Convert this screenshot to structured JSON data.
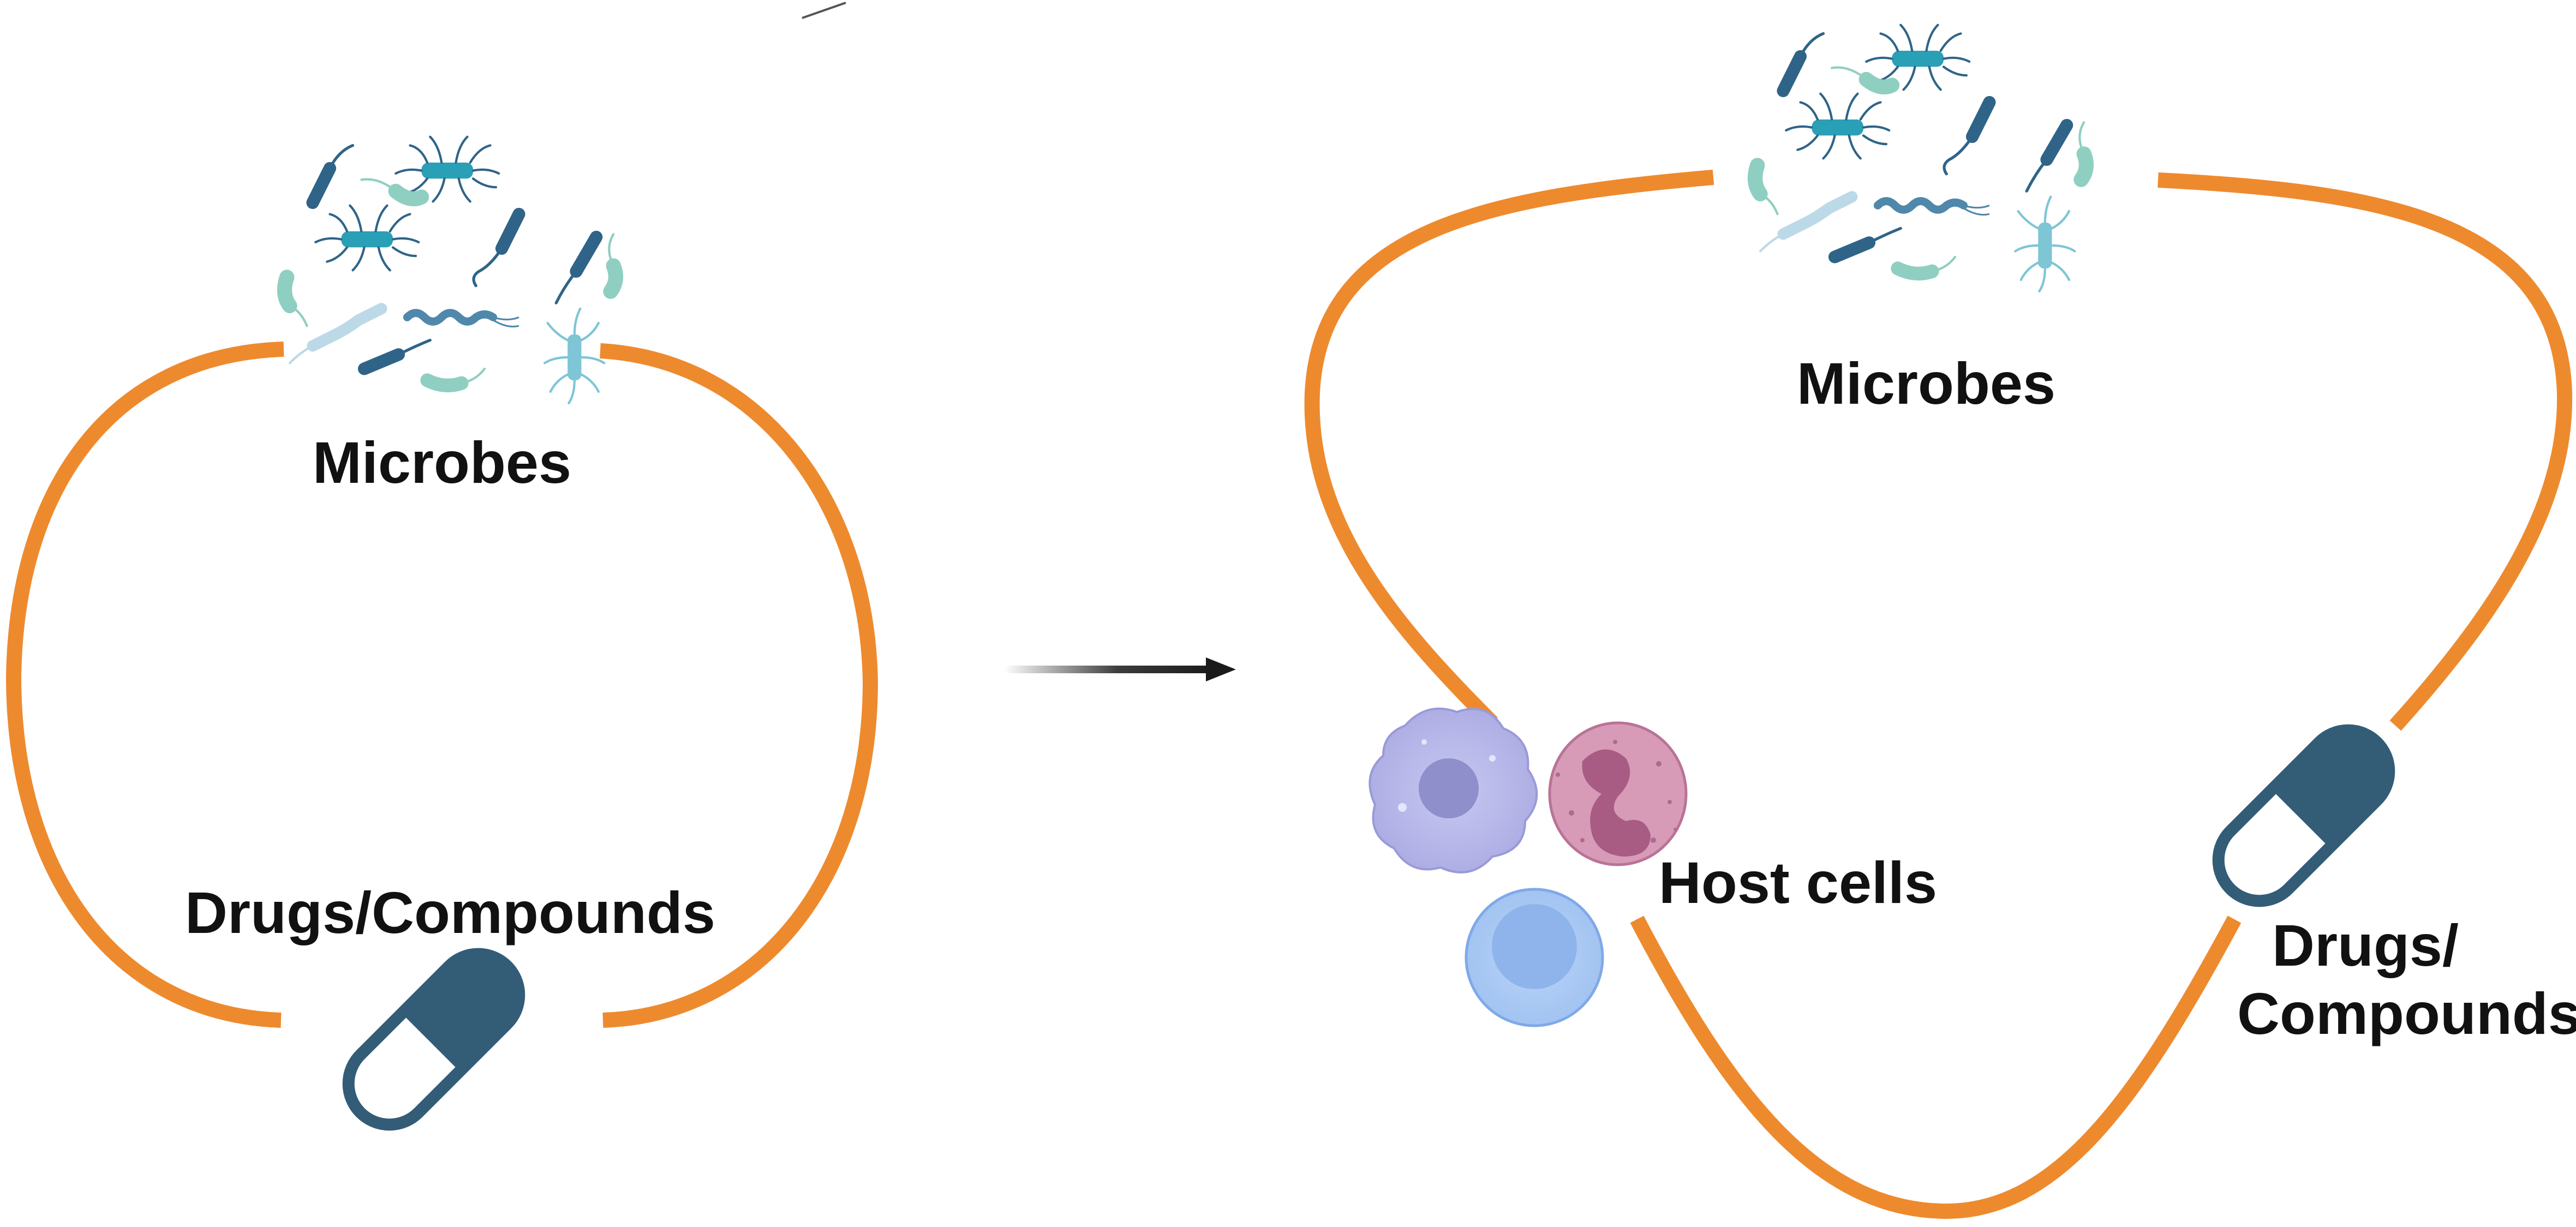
{
  "colors": {
    "loop": "#ee8a2e",
    "capsule_dark": "#335c77",
    "capsule_outline": "#335c77",
    "microbe_dark": "#2f6488",
    "microbe_teal": "#2aa0b6",
    "microbe_mint": "#8fcfc1",
    "microbe_pale": "#bcd9e8",
    "macrophage": "#b6b6e8",
    "neutrophil": "#d79bb8",
    "lymphocyte": "#a9c8f3",
    "arrow": "#1a1a1a",
    "text": "#111111"
  },
  "left_panel": {
    "microbes_label": "Microbes",
    "drugs_label": "Drugs/Compounds",
    "microbes_icon": "microbe-cluster-icon",
    "drug_icon": "capsule-icon"
  },
  "transition": {
    "icon": "right-arrow-icon"
  },
  "right_panel": {
    "microbes_label": "Microbes",
    "host_label": "Host cells",
    "drugs_label_line1": "Drugs/",
    "drugs_label_line2": "Compounds",
    "microbes_icon": "microbe-cluster-icon",
    "host_icons": [
      "macrophage-icon",
      "neutrophil-icon",
      "lymphocyte-icon"
    ],
    "drug_icon": "capsule-icon"
  }
}
